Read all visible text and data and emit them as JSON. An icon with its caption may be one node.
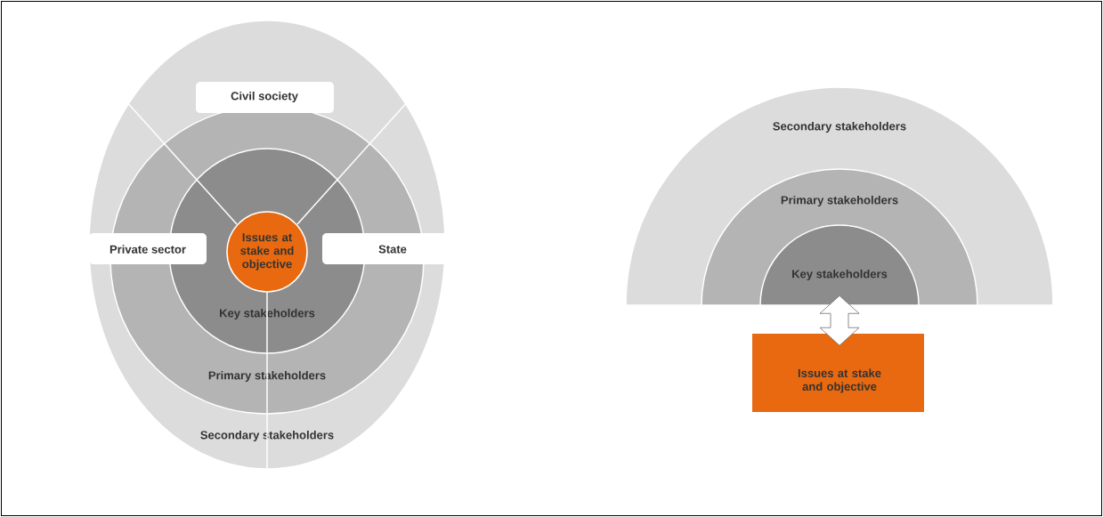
{
  "diagram": {
    "nodes": [
      {
        "text": [
          "Secondary stakeholders"
        ]
      },
      {
        "text": [
          "Primary stakeholders"
        ],
        "in": 0
      },
      {
        "text": [
          "Key stakeholders"
        ],
        "in": 1
      },
      {
        "text": [
          "Issues at stake and objective"
        ],
        "in": 2
      },
      {
        "text": [
          "Civil society"
        ],
        "in": 0
      },
      {
        "text": [
          "Private sector"
        ],
        "in": 0
      },
      {
        "text": [
          "State"
        ],
        "in": 0
      },
      {
        "text": [
          "Secondary stakeholders"
        ]
      },
      {
        "text": [
          "Primary stakeholders"
        ],
        "in": 7
      },
      {
        "text": [
          "Key stakeholders"
        ],
        "in": 8
      },
      {
        "text": [
          "Issues at stake and objective"
        ]
      }
    ],
    "edges": [
      {
        "from": 9,
        "to": 10,
        "arrow": "both"
      }
    ]
  }
}
